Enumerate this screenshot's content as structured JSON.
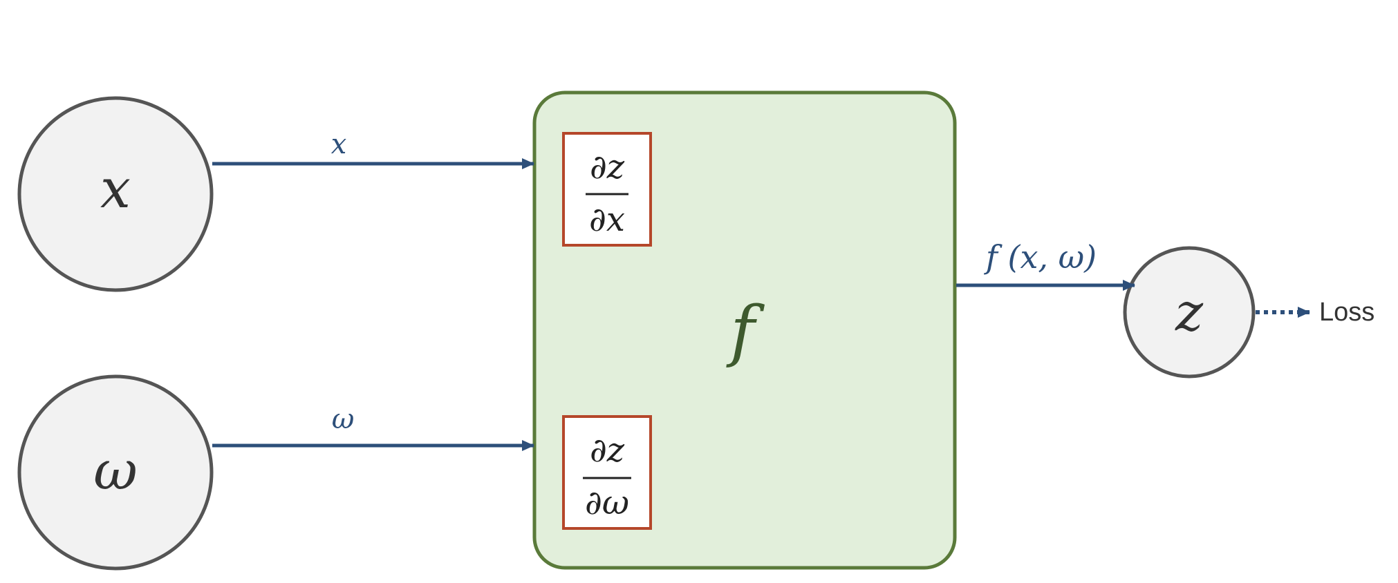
{
  "nodes": {
    "x": {
      "label": "x"
    },
    "w": {
      "label": "ω"
    },
    "z": {
      "label": "z"
    }
  },
  "function": {
    "label": "f"
  },
  "edges": {
    "x_to_f": {
      "label": "x"
    },
    "w_to_f": {
      "label": "ω"
    },
    "f_to_z": {
      "label": "f (x, ω)"
    },
    "z_to_loss": {
      "label": "Loss"
    }
  },
  "gradients": {
    "dz_dx": {
      "numerator": "∂z",
      "denominator": "∂x"
    },
    "dz_dw": {
      "numerator": "∂z",
      "denominator": "∂ω"
    }
  },
  "colors": {
    "node_fill": "#f2f2f2",
    "node_stroke": "#555555",
    "function_fill": "#e2efdb",
    "function_stroke": "#5a7a3a",
    "gradient_stroke": "#b5472a",
    "arrow": "#2d4f7a",
    "label_text": "#2d4f7a",
    "math_text": "#333333"
  }
}
